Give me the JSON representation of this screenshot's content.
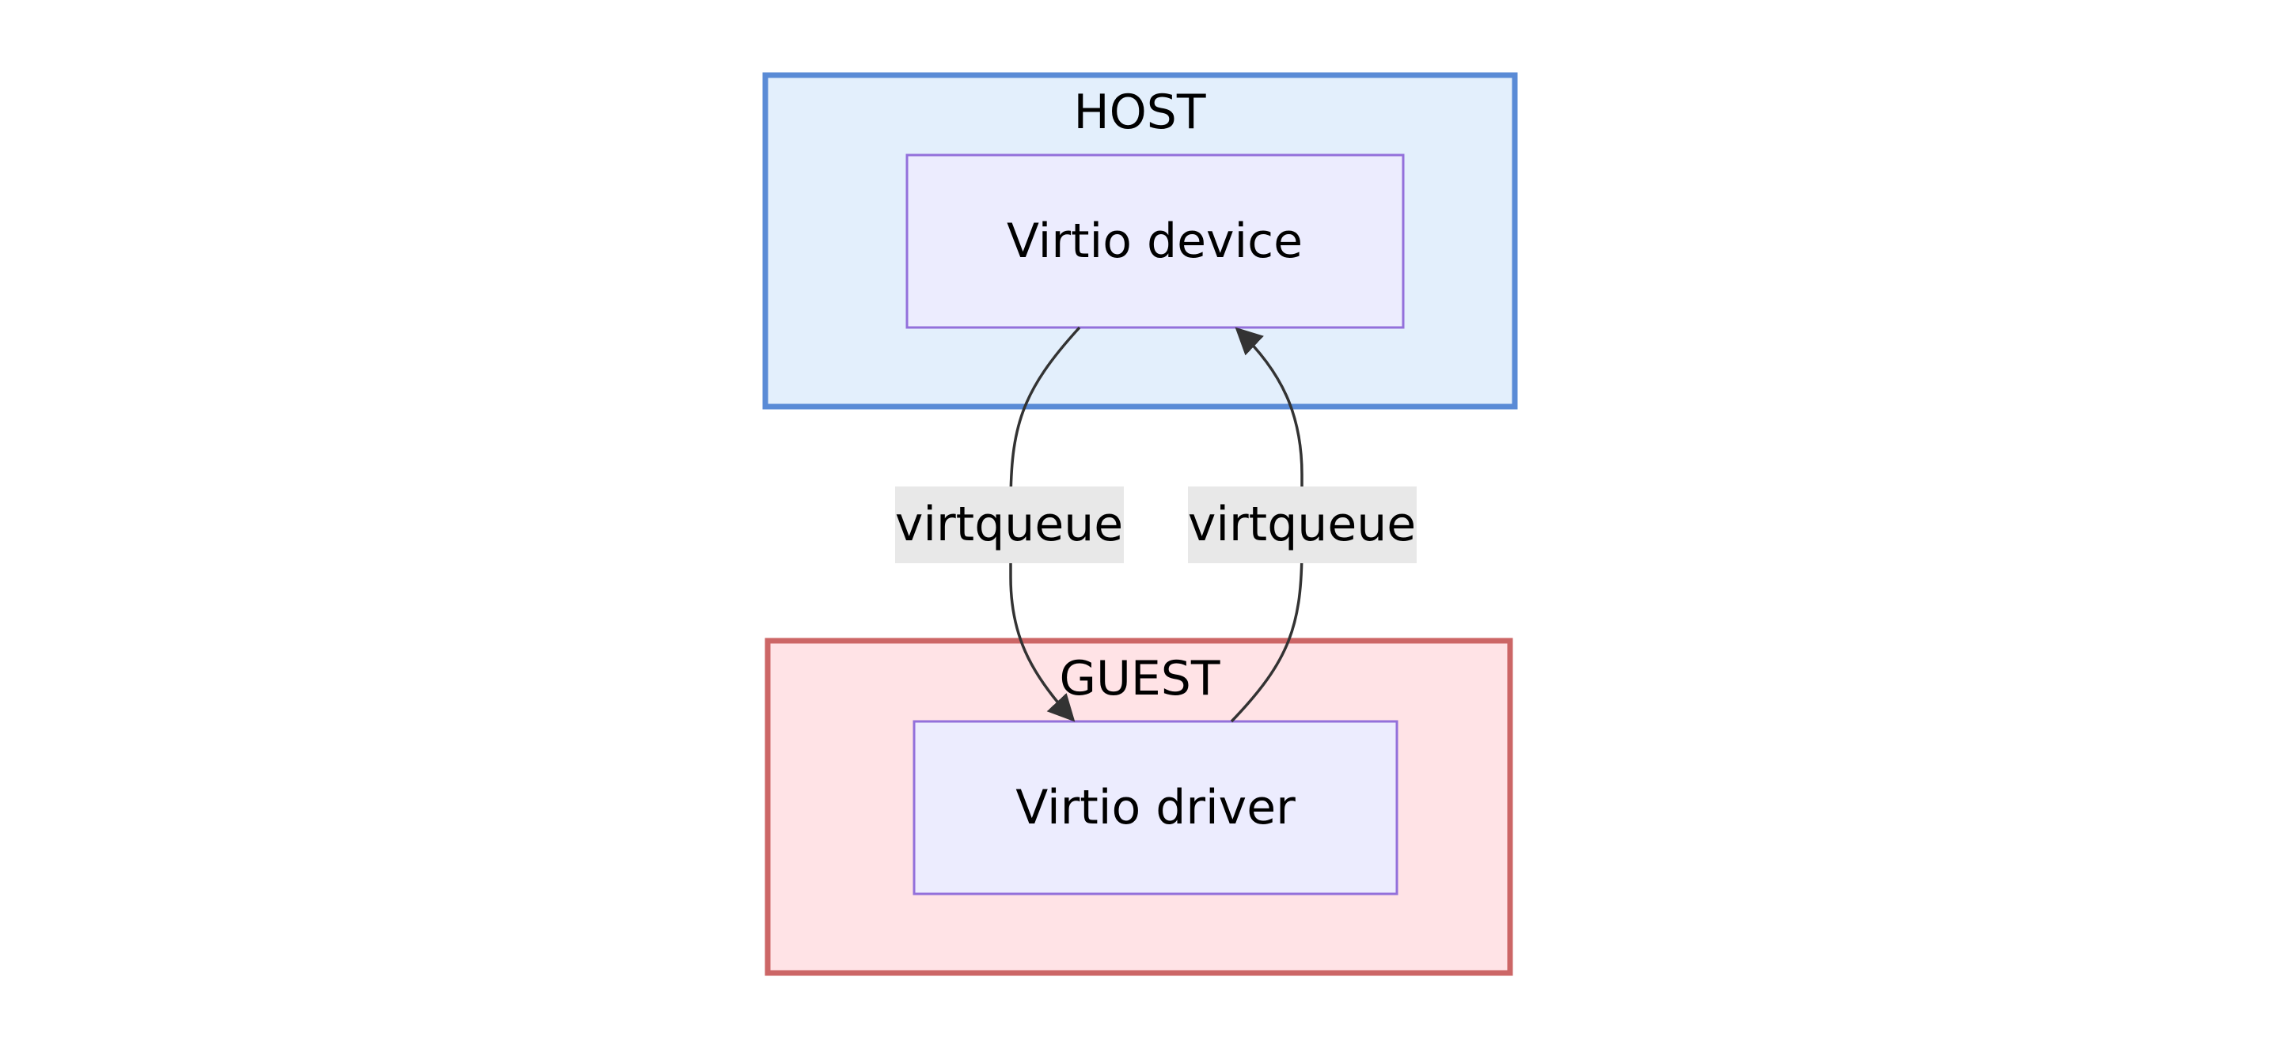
{
  "colors": {
    "host_fill": "#E3EFFC",
    "host_border": "#5A8BD6",
    "guest_fill": "#FFE3E6",
    "guest_border": "#CC6666",
    "node_fill": "#ECECFE",
    "node_border": "#9370DB",
    "edge": "#333333",
    "edge_label_bg": "#E8E8E8"
  },
  "clusters": {
    "host": {
      "title": "HOST"
    },
    "guest": {
      "title": "GUEST"
    }
  },
  "nodes": {
    "device": {
      "label": "Virtio device"
    },
    "driver": {
      "label": "Virtio driver"
    }
  },
  "edges": [
    {
      "from": "device",
      "to": "driver",
      "label": "virtqueue"
    },
    {
      "from": "driver",
      "to": "device",
      "label": "virtqueue"
    }
  ]
}
